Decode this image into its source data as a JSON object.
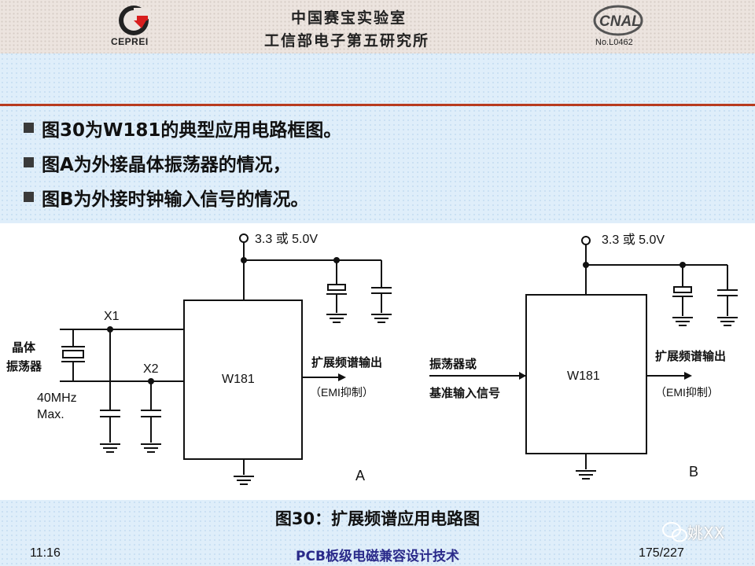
{
  "header": {
    "logo_left_text": "CEPREI",
    "org_line1": "中国赛宝实验室",
    "org_line2": "工信部电子第五研究所",
    "logo_right_text": "CNAL",
    "logo_right_no": "No.L0462"
  },
  "bullets": [
    "图30为W181的典型应用电路框图。",
    "图A为外接晶体振荡器的情况，",
    "图B为外接时钟输入信号的情况。"
  ],
  "diagram_a": {
    "supply": "3.3 或 5.0V",
    "x1": "X1",
    "x2": "X2",
    "crystal_line1": "晶体",
    "crystal_line2": "振荡器",
    "freq_line1": "40MHz",
    "freq_line2": "Max.",
    "chip": "W181",
    "out_line1": "扩展频谱输出",
    "out_line2": "（EMI抑制）",
    "label": "A"
  },
  "diagram_b": {
    "supply": "3.3 或 5.0V",
    "in_line1": "振荡器或",
    "in_line2": "基准输入信号",
    "chip": "W181",
    "out_line1": "扩展频谱输出",
    "out_line2": "（EMI抑制）",
    "label": "B"
  },
  "caption": "图30：扩展频谱应用电路图",
  "watermark": "姚XX",
  "footer": {
    "time": "11:16",
    "title": "PCB板级电磁兼容设计技术",
    "page": "175/227"
  }
}
